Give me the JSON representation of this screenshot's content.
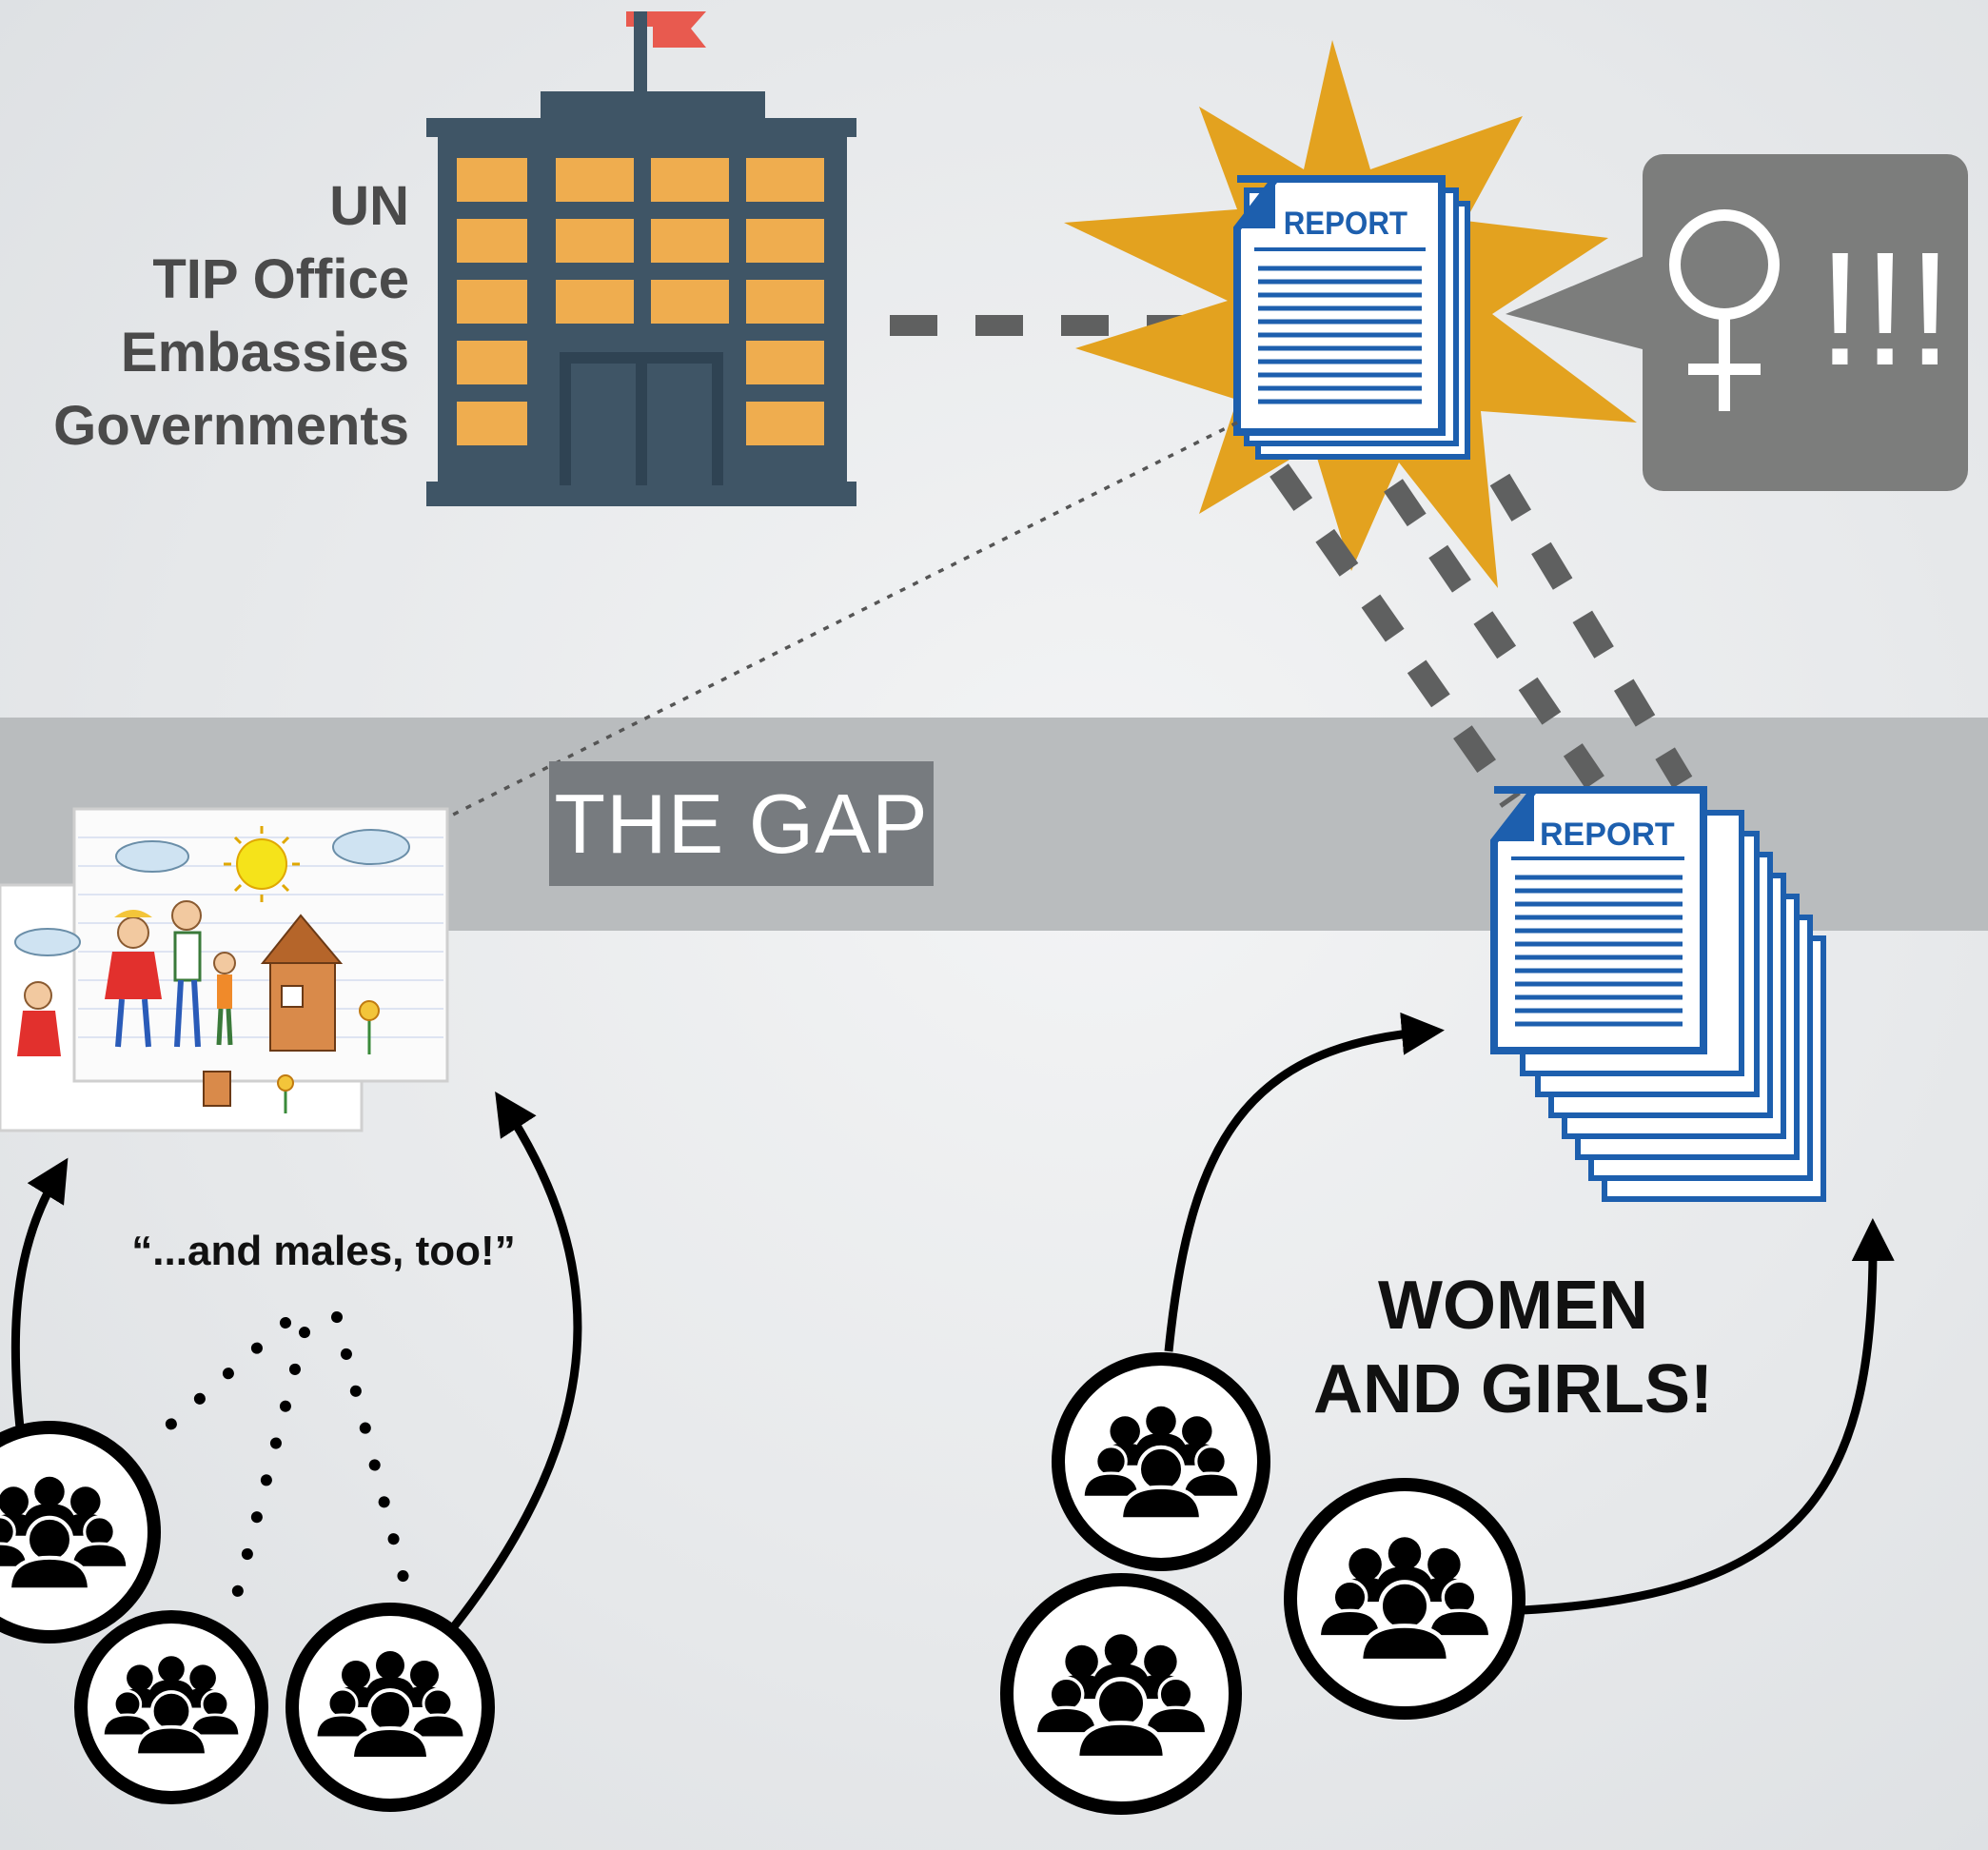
{
  "organizations": {
    "line1": "UN",
    "line2": "TIP Office",
    "line3": "Embassies",
    "line4": "Governments"
  },
  "report_top": {
    "label": "REPORT"
  },
  "report_stack": {
    "label": "REPORT"
  },
  "speech_bubble": {
    "symbol": "female-symbol-icon",
    "text": "!!!"
  },
  "gap": {
    "label": "THE GAP"
  },
  "left_group": {
    "quote": "“...and males, too!”"
  },
  "right_group": {
    "line1": "WOMEN",
    "line2": "AND GIRLS!"
  },
  "colors": {
    "band": "#b9bcbe",
    "gap_label_bg": "#777b7f",
    "building": "#3f5566",
    "window": "#efad4f",
    "flag": "#e85a4f",
    "burst": "#e3a21f",
    "report_blue": "#1d5fae",
    "bubble": "#7c7d7c",
    "dashes": "#5f6060"
  }
}
